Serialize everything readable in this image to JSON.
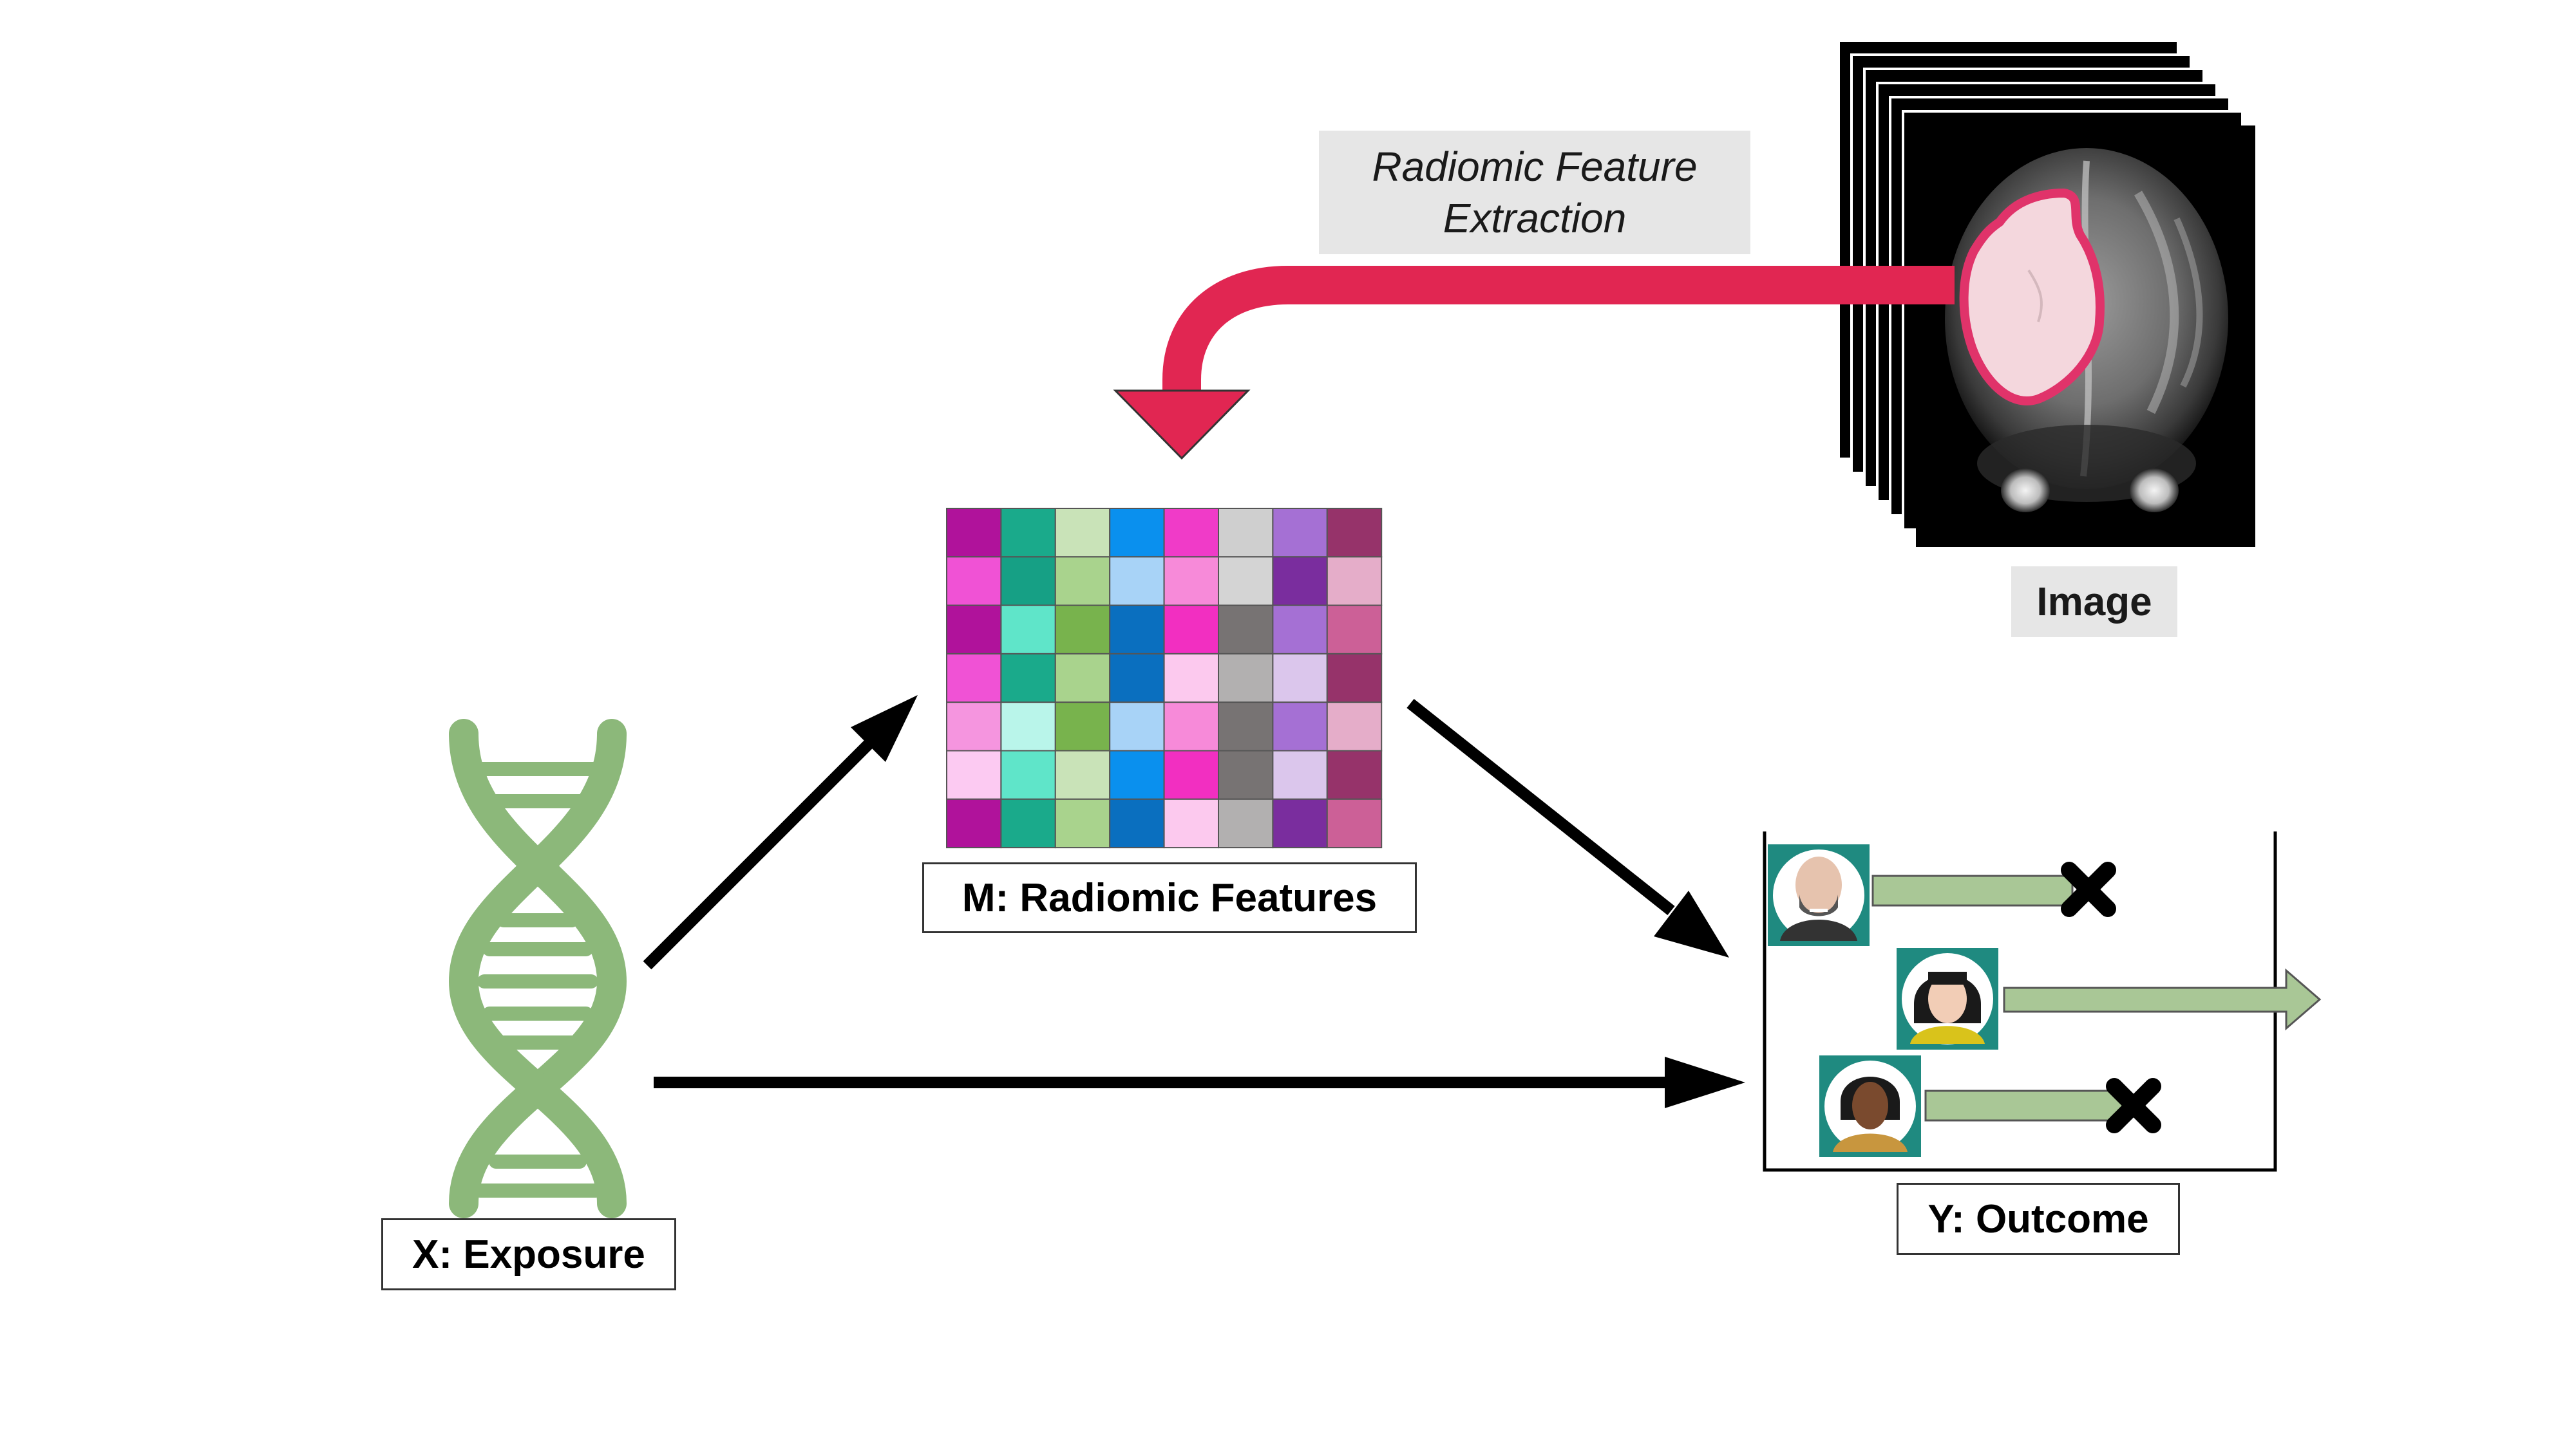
{
  "labels": {
    "extraction_line1": "Radiomic Feature",
    "extraction_line2": "Extraction",
    "image": "Image",
    "mediator": "M: Radiomic Features",
    "exposure": "X: Exposure",
    "outcome": "Y: Outcome"
  },
  "colors": {
    "arrow_black": "#000000",
    "extraction_arrow": "#e12652",
    "tumor_outline": "#e0336a",
    "dna_green": "#8cb87a",
    "outcome_bar": "#a9c796",
    "avatar_bg": "#1f8a80"
  },
  "feature_matrix": [
    [
      "#b0129b",
      "#1aaa8b",
      "#c9e3b8",
      "#0a90ee",
      "#f03bc8",
      "#cfcfcf",
      "#a570d4",
      "#96336a"
    ],
    [
      "#f052d5",
      "#16a085",
      "#a9d38d",
      "#a8d3f7",
      "#f78ad9",
      "#d4d4d4",
      "#7a2d9e",
      "#e5adc9"
    ],
    [
      "#b0129b",
      "#5fe5c9",
      "#78b34d",
      "#0a6fbf",
      "#f22fc1",
      "#777373",
      "#a570d4",
      "#cc6097"
    ],
    [
      "#f052d5",
      "#1aaa8b",
      "#a9d38d",
      "#0a6fbf",
      "#fcc9ee",
      "#b2b0b0",
      "#dbc6ec",
      "#96336a"
    ],
    [
      "#f595df",
      "#b9f5ea",
      "#78b34d",
      "#a8d3f7",
      "#f78ad9",
      "#777373",
      "#a570d4",
      "#e5adc9"
    ],
    [
      "#fccaf2",
      "#5fe5c9",
      "#c9e3b8",
      "#0a90ee",
      "#f22fc1",
      "#777373",
      "#dbc6ec",
      "#96336a"
    ],
    [
      "#b0129b",
      "#1aaa8b",
      "#a9d38d",
      "#0a6fbf",
      "#fcc9ee",
      "#b2b0b0",
      "#7a2d9e",
      "#cc6097"
    ]
  ],
  "patients": [
    {
      "name": "patient-bald-man",
      "event": "death"
    },
    {
      "name": "patient-woman-black-hair",
      "event": "censored-alive"
    },
    {
      "name": "patient-woman-dark-skin",
      "event": "death"
    }
  ]
}
